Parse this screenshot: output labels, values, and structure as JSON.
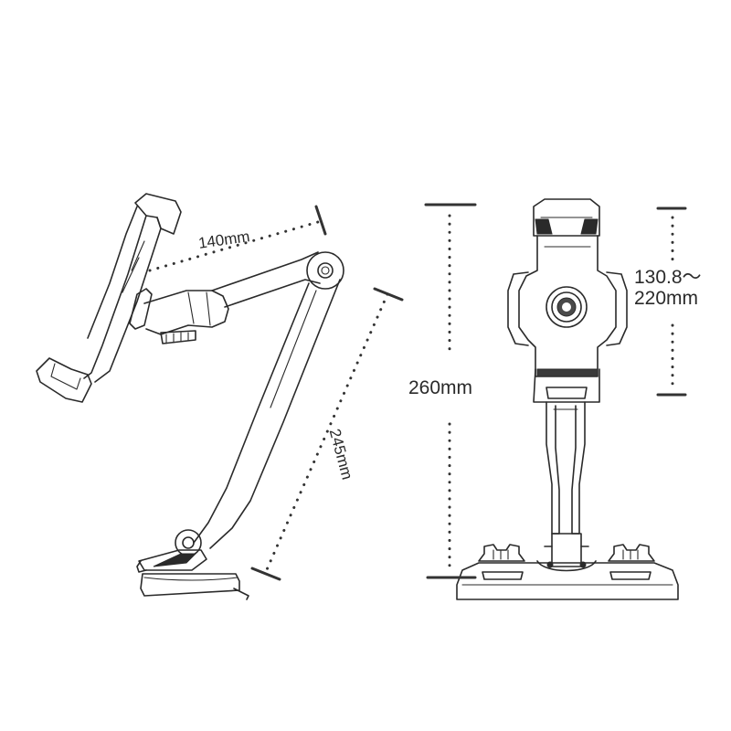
{
  "dimensions": {
    "holder_width": "140mm",
    "arm_length": "245mm",
    "total_height": "260mm",
    "clamp_range_line1": "130.8～",
    "clamp_range_line2": "220mm"
  },
  "colors": {
    "stroke": "#2a2a2a",
    "background": "#ffffff"
  }
}
